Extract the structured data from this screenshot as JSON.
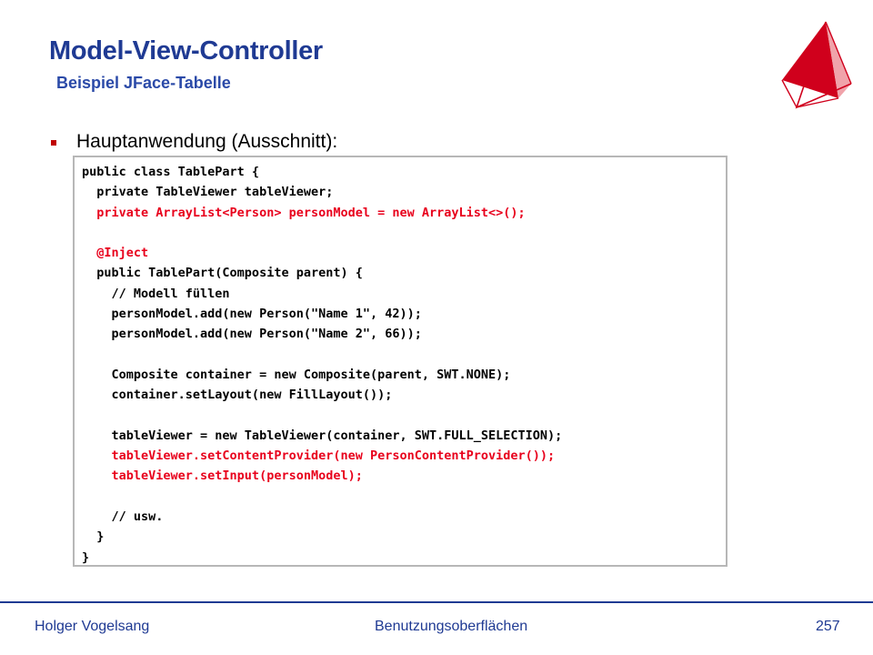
{
  "slide": {
    "title": "Model-View-Controller",
    "subtitle": "Beispiel JFace-Tabelle",
    "bullet": "Hauptanwendung (Ausschnitt):",
    "code_lines": [
      {
        "text": "public class TablePart {",
        "color": "#000000"
      },
      {
        "text": "  private TableViewer tableViewer;",
        "color": "#000000"
      },
      {
        "text": "  private ArrayList<Person> personModel = new ArrayList<>();",
        "color": "#e8001c"
      },
      {
        "text": "",
        "color": "#000000"
      },
      {
        "text": "  @Inject",
        "color": "#e8001c"
      },
      {
        "text": "  public TablePart(Composite parent) {",
        "color": "#000000"
      },
      {
        "text": "    // Modell füllen",
        "color": "#000000"
      },
      {
        "text": "    personModel.add(new Person(\"Name 1\", 42));",
        "color": "#000000"
      },
      {
        "text": "    personModel.add(new Person(\"Name 2\", 66));",
        "color": "#000000"
      },
      {
        "text": "",
        "color": "#000000"
      },
      {
        "text": "    Composite container = new Composite(parent, SWT.NONE);",
        "color": "#000000"
      },
      {
        "text": "    container.setLayout(new FillLayout());",
        "color": "#000000"
      },
      {
        "text": "",
        "color": "#000000"
      },
      {
        "text": "    tableViewer = new TableViewer(container, SWT.FULL_SELECTION);",
        "color": "#000000"
      },
      {
        "text": "    tableViewer.setContentProvider(new PersonContentProvider());",
        "color": "#e8001c"
      },
      {
        "text": "    tableViewer.setInput(personModel);",
        "color": "#e8001c"
      },
      {
        "text": "",
        "color": "#000000"
      },
      {
        "text": "    // usw.",
        "color": "#000000"
      },
      {
        "text": "  }",
        "color": "#000000"
      },
      {
        "text": "}",
        "color": "#000000"
      }
    ]
  },
  "footer": {
    "author": "Holger Vogelsang",
    "course": "Benutzungsoberflächen",
    "page": "257"
  },
  "colors": {
    "title": "#1f3a93",
    "accent": "#c00000",
    "code_highlight": "#e8001c"
  },
  "icons": {
    "logo": "triangle-sail-logo-icon",
    "bullet": "square-bullet-icon"
  }
}
